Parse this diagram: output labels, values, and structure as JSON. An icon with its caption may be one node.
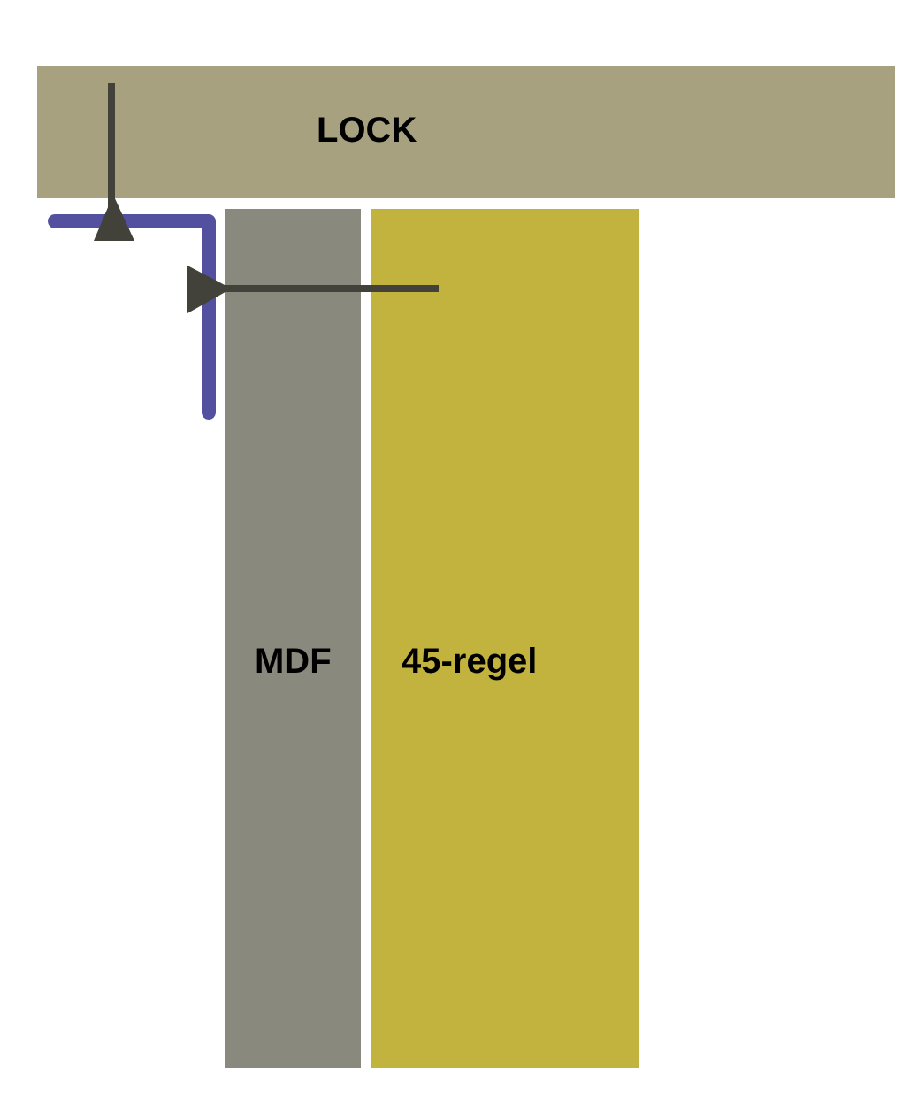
{
  "diagram": {
    "nodes": [
      {
        "text": [
          "LOCK"
        ]
      },
      {
        "text": [
          "MDF"
        ]
      },
      {
        "text": [
          "45-regel"
        ]
      }
    ]
  }
}
